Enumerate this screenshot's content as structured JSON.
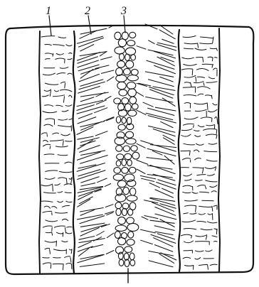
{
  "figure": {
    "labels": [
      {
        "id": "1",
        "text": "1"
      },
      {
        "id": "2",
        "text": "2"
      },
      {
        "id": "3",
        "text": "3"
      }
    ],
    "colors": {
      "ink": "#111111",
      "paper": "#ffffff"
    }
  }
}
